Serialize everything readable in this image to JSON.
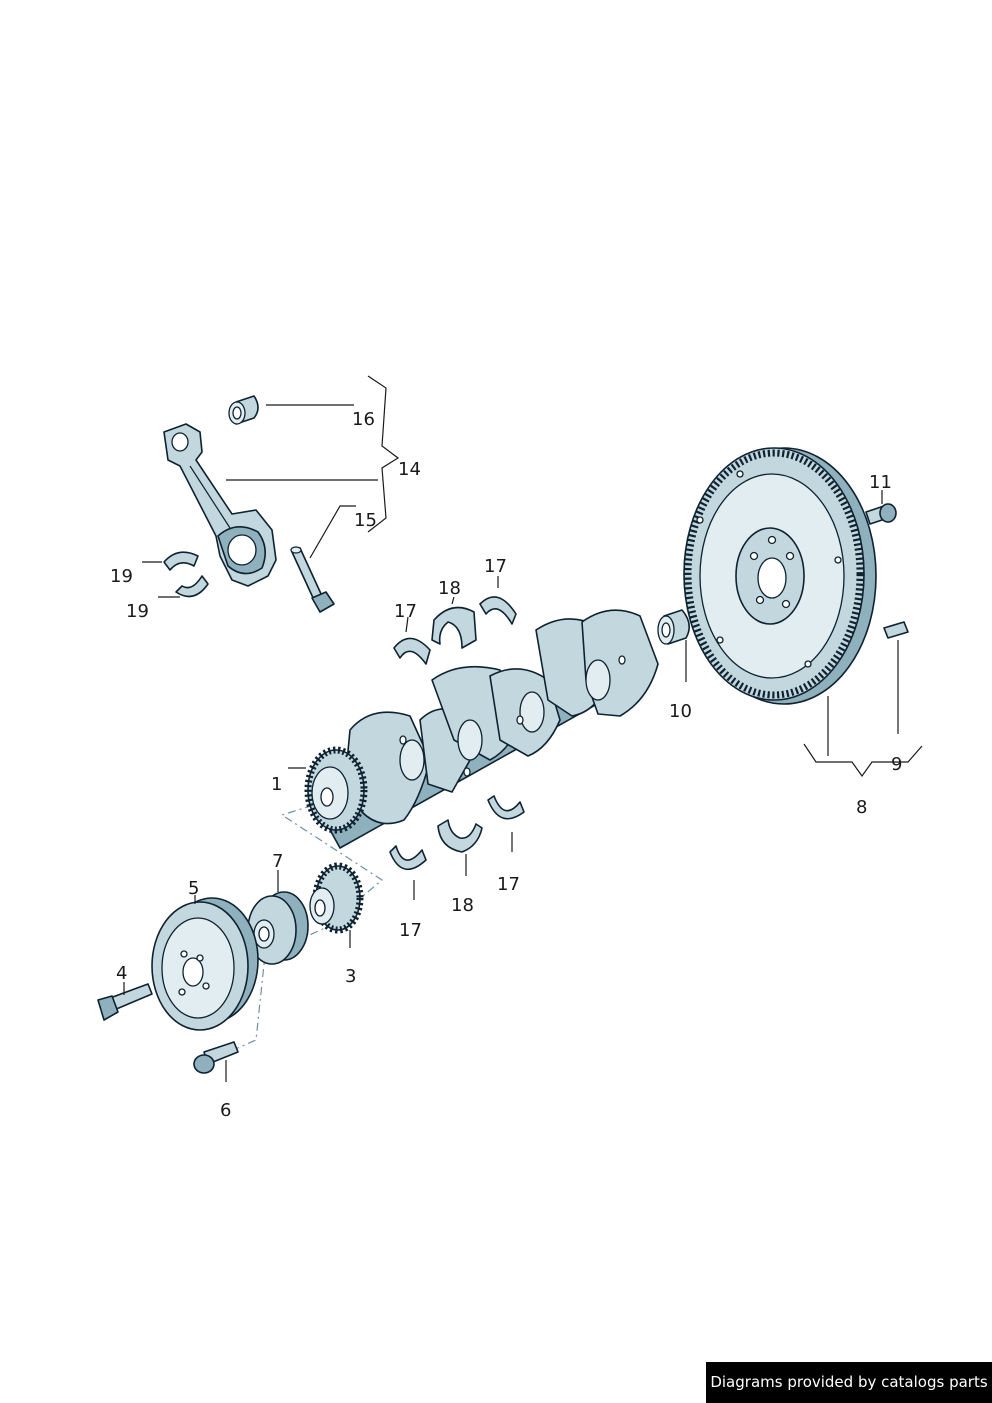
{
  "callouts": {
    "c1": "1",
    "c3": "3",
    "c4": "4",
    "c5": "5",
    "c6": "6",
    "c7": "7",
    "c8": "8",
    "c9": "9",
    "c10": "10",
    "c11": "11",
    "c14": "14",
    "c15": "15",
    "c16": "16",
    "c17a": "17",
    "c17b": "17",
    "c17c": "17",
    "c17d": "17",
    "c18a": "18",
    "c18b": "18",
    "c19a": "19",
    "c19b": "19"
  },
  "credit": "Diagrams provided by catalogs parts"
}
